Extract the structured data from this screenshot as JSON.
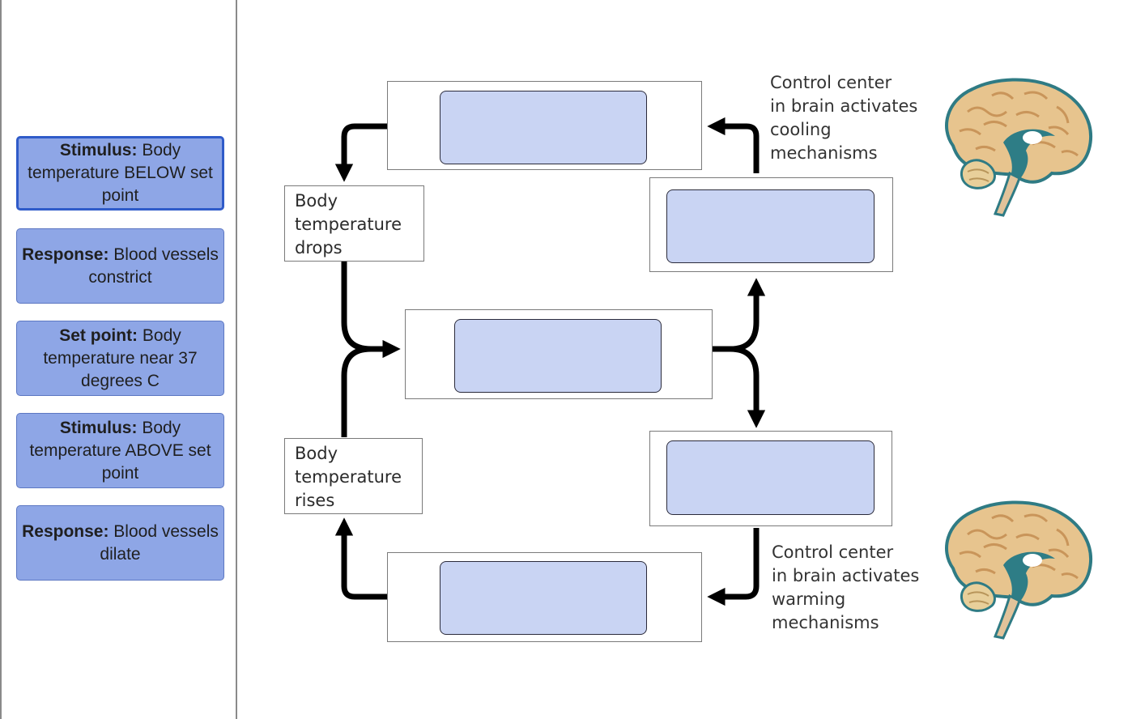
{
  "answer_tiles": [
    {
      "bold": "Stimulus:",
      "text": " Body temperature BELOW set point"
    },
    {
      "bold": "Response:",
      "text": " Blood vessels constrict"
    },
    {
      "bold": "Set point:",
      "text": " Body temperature near 37 degrees C"
    },
    {
      "bold": "Stimulus:",
      "text": " Body temperature ABOVE set point"
    },
    {
      "bold": "Response:",
      "text": " Blood vessels dilate"
    }
  ],
  "diagram": {
    "label_drops": {
      "lines": [
        "Body",
        "temperature",
        "drops"
      ]
    },
    "label_rises": {
      "lines": [
        "Body",
        "temperature",
        "rises"
      ]
    },
    "control_cooling": {
      "lines": [
        "Control center",
        "in brain activates",
        "cooling",
        "mechanisms"
      ]
    },
    "control_warming": {
      "lines": [
        "Control center",
        "in brain activates",
        "warming",
        "mechanisms"
      ]
    },
    "brain_icon": "brain-sagittal-icon"
  },
  "colors": {
    "tile_fill": "#8ea6e6",
    "tile_border": "#5c77c2",
    "tile_selected_border": "#2f5bc9",
    "drop_zone_fill": "#c9d4f3"
  }
}
